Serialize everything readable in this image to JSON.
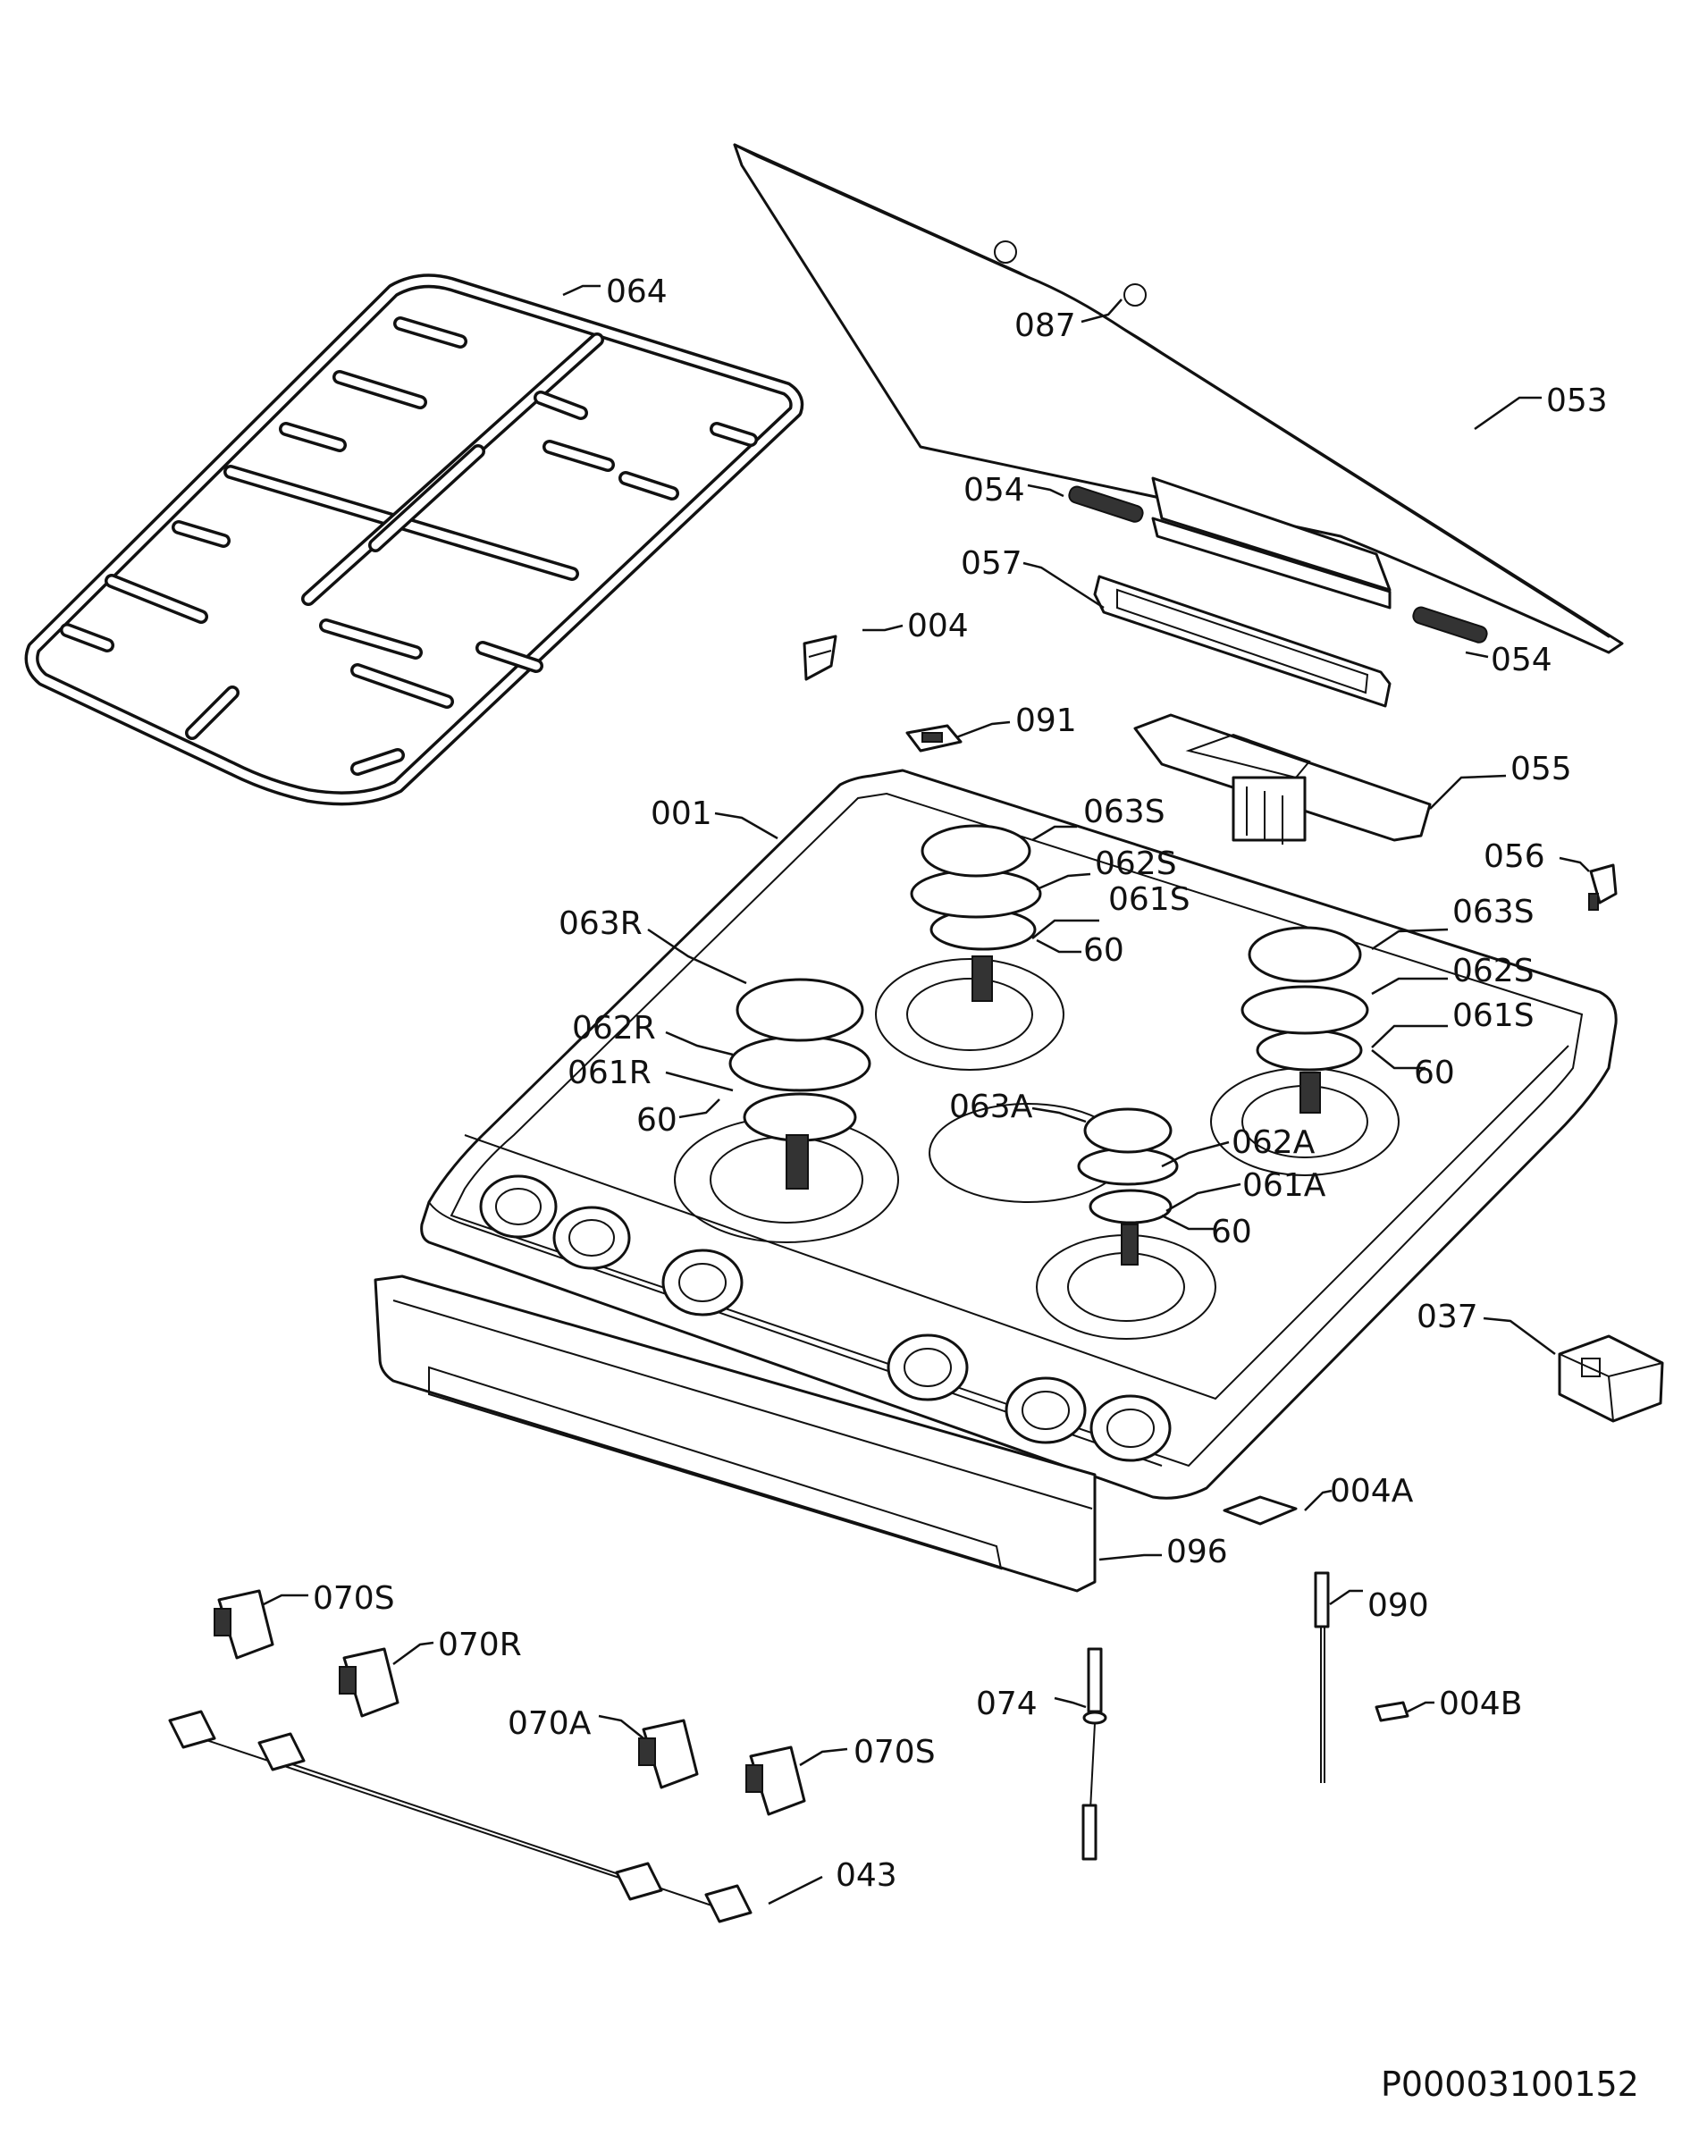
{
  "labels": {
    "l064": "064",
    "l087": "087",
    "l053": "053",
    "l054a": "054",
    "l054b": "054",
    "l057": "057",
    "l004": "004",
    "l091": "091",
    "l055": "055",
    "l056": "056",
    "l001": "001",
    "l063s_a": "063S",
    "l062s_a": "062S",
    "l061s_a": "061S",
    "l60_a": "60",
    "l063s_b": "063S",
    "l062s_b": "062S",
    "l061s_b": "061S",
    "l60_b": "60",
    "l063r": "063R",
    "l062r": "062R",
    "l061r": "061R",
    "l60_c": "60",
    "l063a": "063A",
    "l062a": "062A",
    "l061a": "061A",
    "l60_d": "60",
    "l037": "037",
    "l004a": "004A",
    "l096": "096",
    "l070s_a": "070S",
    "l070r": "070R",
    "l090": "090",
    "l074": "074",
    "l004b": "004B",
    "l070a": "070A",
    "l070s_b": "070S",
    "l043": "043"
  },
  "drawing_code": "P00003100152"
}
